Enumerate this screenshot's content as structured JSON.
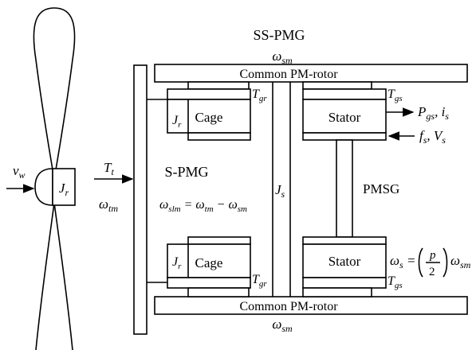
{
  "title_top": "SS-PMG",
  "omega_sm_top": "ωsm",
  "common_rotor_top": "Common PM-rotor",
  "common_rotor_bottom": "Common PM-rotor",
  "omega_sm_bottom": "ωsm",
  "cage_label_top": "Cage",
  "cage_label_bottom": "Cage",
  "stator_label_top": "Stator",
  "stator_label_bottom": "Stator",
  "jr_label_top": "Jr",
  "jr_label_bottom": "Jr",
  "jr_hub_label": "Jr",
  "js_label": "Js",
  "tgr_top": "Tgr",
  "tgr_bottom": "Tgr",
  "tgs_top": "Tgs",
  "tgs_bottom": "Tgs",
  "spmg_label": "S-PMG",
  "slip_equation": "ωslm = ωtm − ωsm",
  "pmsg_label": "PMSG",
  "vw_label": "vw",
  "tt_label": "Tt",
  "omega_tm_label": "ωtm",
  "pgs_is_label": "Pgs,is",
  "fs_vs_label": "fs,Vs",
  "omega_s_equation": "ωs = (p/2) ωsm"
}
